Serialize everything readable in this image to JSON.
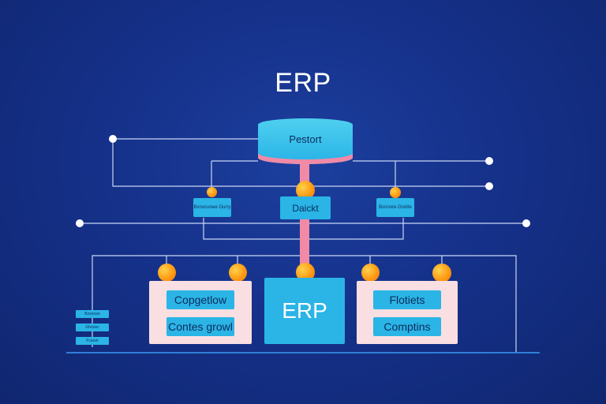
{
  "title": "ERP",
  "top_node": {
    "label": "Pestort"
  },
  "mid_nodes": [
    {
      "label": "Bxnocunee Ourry",
      "size": "small"
    },
    {
      "label": "Daickt",
      "size": "medium"
    },
    {
      "label": "Bsnnore Gndite",
      "size": "small"
    }
  ],
  "left_panel": {
    "buttons": [
      "Copgetlow",
      "Contes growl"
    ]
  },
  "center_box": {
    "label": "ERP"
  },
  "right_panel": {
    "buttons": [
      "Flotiets",
      "Comptins"
    ]
  },
  "legend": [
    "Bzsnoae",
    "Ghozec",
    "Fcaoet"
  ],
  "colors": {
    "background": "#15318a",
    "node": "#2bb4e6",
    "panel": "#f9dfe2",
    "connector": "#f08aa6",
    "accent_ball": "#ff9a14",
    "line": "#ffffff"
  }
}
